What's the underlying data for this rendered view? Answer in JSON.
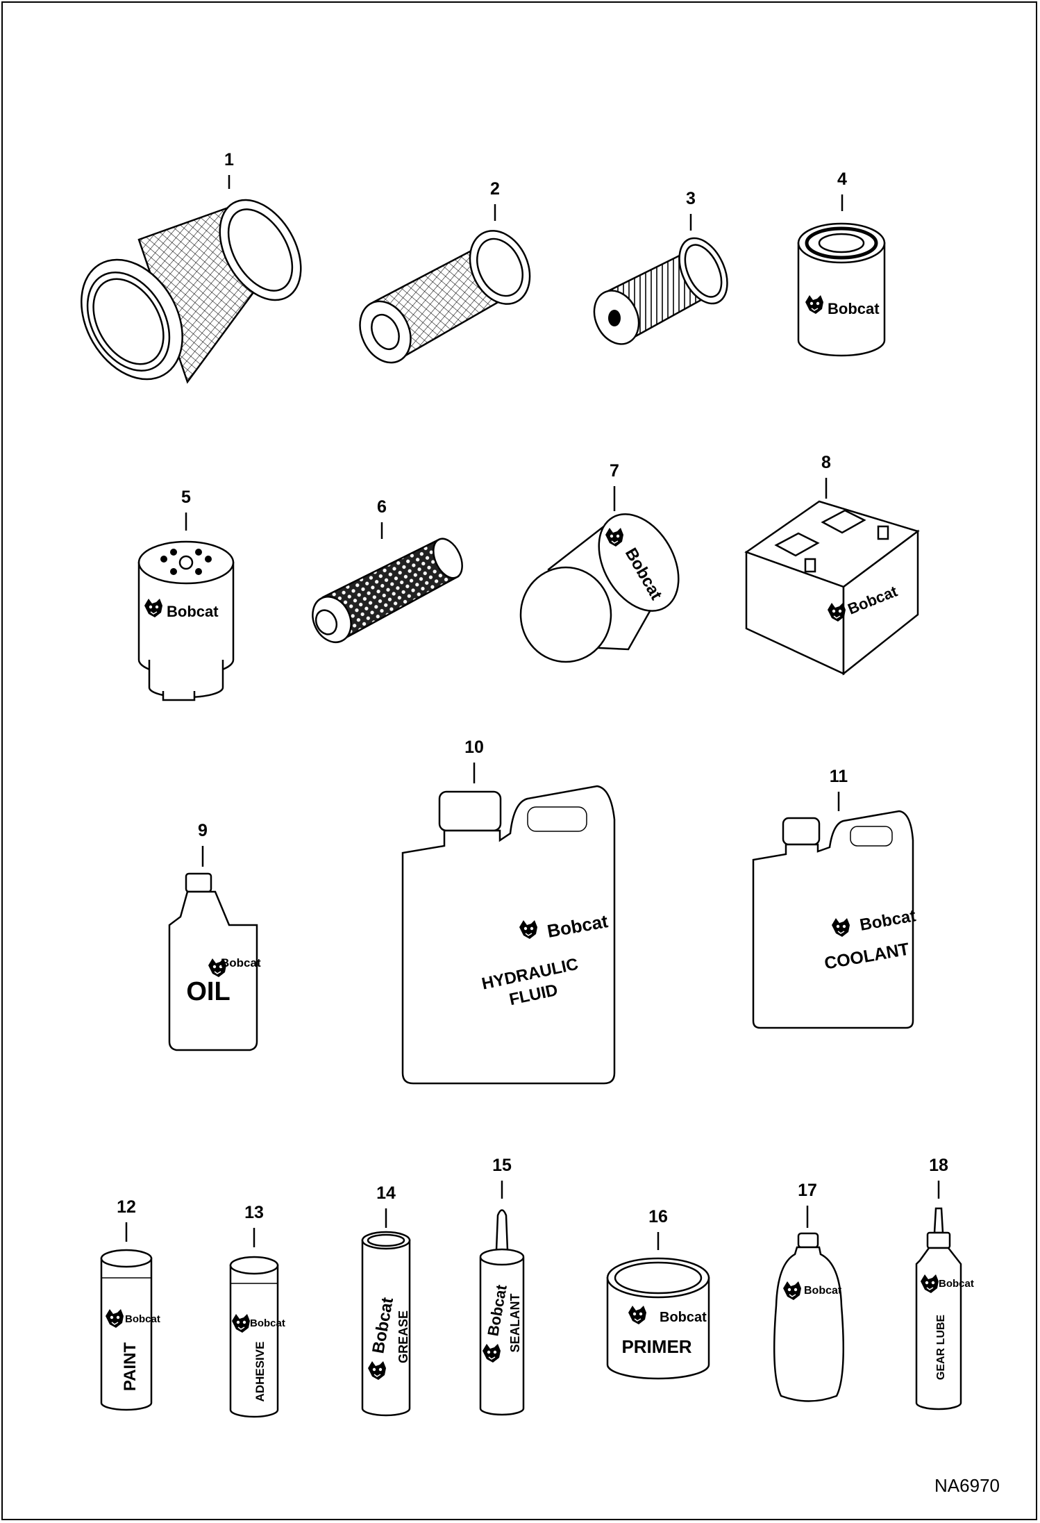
{
  "brand": "Bobcat",
  "figure_code": "NA6970",
  "items": [
    {
      "number": "1"
    },
    {
      "number": "2"
    },
    {
      "number": "3"
    },
    {
      "number": "4",
      "label": "Bobcat"
    },
    {
      "number": "5",
      "label": "Bobcat"
    },
    {
      "number": "6"
    },
    {
      "number": "7",
      "label": "Bobcat"
    },
    {
      "number": "8",
      "label": "Bobcat"
    },
    {
      "number": "9",
      "label": "OIL"
    },
    {
      "number": "10",
      "label": "HYDRAULIC",
      "label2": "FLUID"
    },
    {
      "number": "11",
      "label": "COOLANT"
    },
    {
      "number": "12",
      "label": "PAINT"
    },
    {
      "number": "13",
      "label": "ADHESIVE"
    },
    {
      "number": "14",
      "label": "GREASE"
    },
    {
      "number": "15",
      "label": "SEALANT"
    },
    {
      "number": "16",
      "label": "PRIMER"
    },
    {
      "number": "17",
      "label": "Bobcat"
    },
    {
      "number": "18",
      "label": "GEAR LUBE"
    }
  ]
}
